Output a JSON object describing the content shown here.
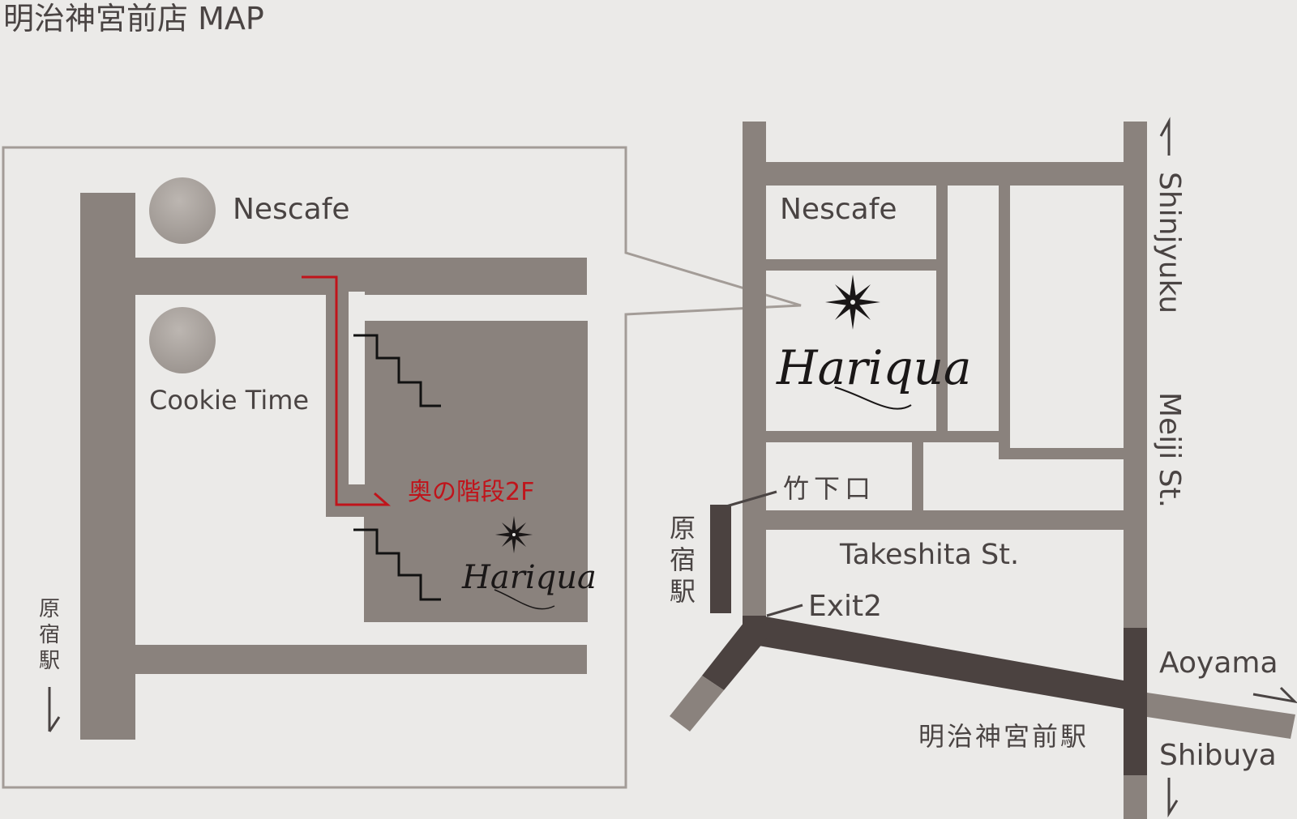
{
  "title": "明治神宮前店 MAP",
  "colors": {
    "background": "#ebeae8",
    "road": "#8a827d",
    "road_dark": "#4b4240",
    "building": "#8a827d",
    "route": "#c0141b",
    "text": "#4a4443",
    "inset_border": "#a39c97"
  },
  "detail_map": {
    "nescafe": "Nescafe",
    "cookie_time": "Cookie Time",
    "harajuku_station": "原\n宿\n駅",
    "route_label": "奥の階段2F",
    "shop_logo": "Hariqua",
    "shop_icon": "compass-star-icon",
    "stairs_icon": "stairs-icon"
  },
  "area_map": {
    "nescafe": "Nescafe",
    "shop_logo": "Hariqua",
    "takeshita_exit": "竹下口",
    "harajuku_station": "原\n宿\n駅",
    "takeshita_street": "Takeshita St.",
    "exit2": "Exit2",
    "meiji_jingumae_station": "明治神宮前駅",
    "direction_shinjuku": "Shinjyuku",
    "meiji_street": "Meiji St.",
    "direction_aoyama": "Aoyama",
    "direction_shibuya": "Shibuya"
  }
}
